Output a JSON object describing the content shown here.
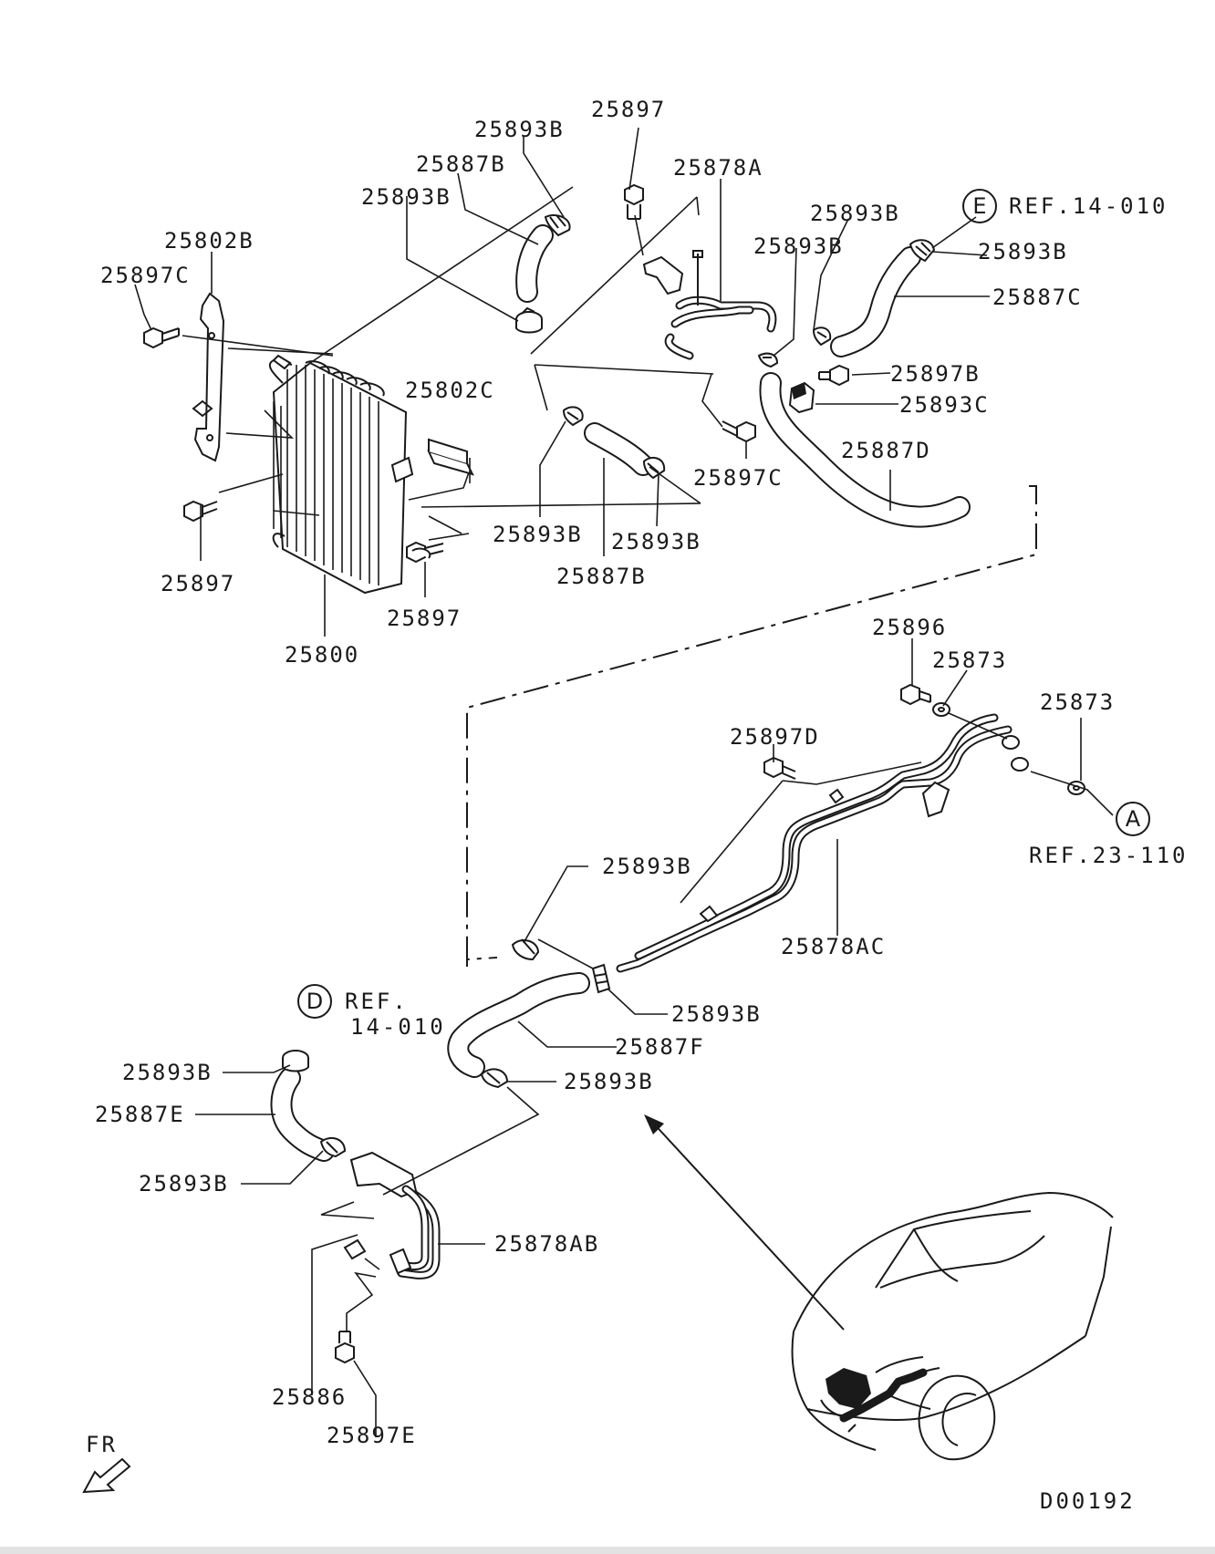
{
  "parts": {
    "p25897_top": "25897",
    "p25893B_1": "25893B",
    "p25887B_top": "25887B",
    "p25893B_2": "25893B",
    "p25878A": "25878A",
    "p25802B": "25802B",
    "p25897C_left": "25897C",
    "p25893B_3": "25893B",
    "p25893B_4": "25893B",
    "p25887C": "25887C",
    "p25897B": "25897B",
    "p25893C": "25893C",
    "p25802C": "25802C",
    "p25887D": "25887D",
    "p25897C_mid": "25897C",
    "p25893B_5": "25893B",
    "p25893B_6": "25893B",
    "p25887B_mid": "25887B",
    "p25897_left": "25897",
    "p25897_bottom": "25897",
    "p25800": "25800",
    "p25896": "25896",
    "p25873_1": "25873",
    "p25873_2": "25873",
    "p25897D": "25897D",
    "p25893B_7": "25893B",
    "p25878AC": "25878AC",
    "p25893B_8": "25893B",
    "p25887F": "25887F",
    "p25893B_9": "25893B",
    "p25893B_10": "25893B",
    "p25887E": "25887E",
    "p25893B_11": "25893B",
    "p25878AB": "25878AB",
    "p25886": "25886",
    "p25897E": "25897E"
  },
  "refs": {
    "e_letter": "E",
    "e_text": "REF.14-010",
    "a_letter": "A",
    "a_text": "REF.23-110",
    "d_letter": "D",
    "d_text_1": "REF.",
    "d_text_2": "14-010"
  },
  "direction": {
    "label": "FR",
    "icon": "arrow-down-left-icon"
  },
  "diagram_id": "D00192"
}
